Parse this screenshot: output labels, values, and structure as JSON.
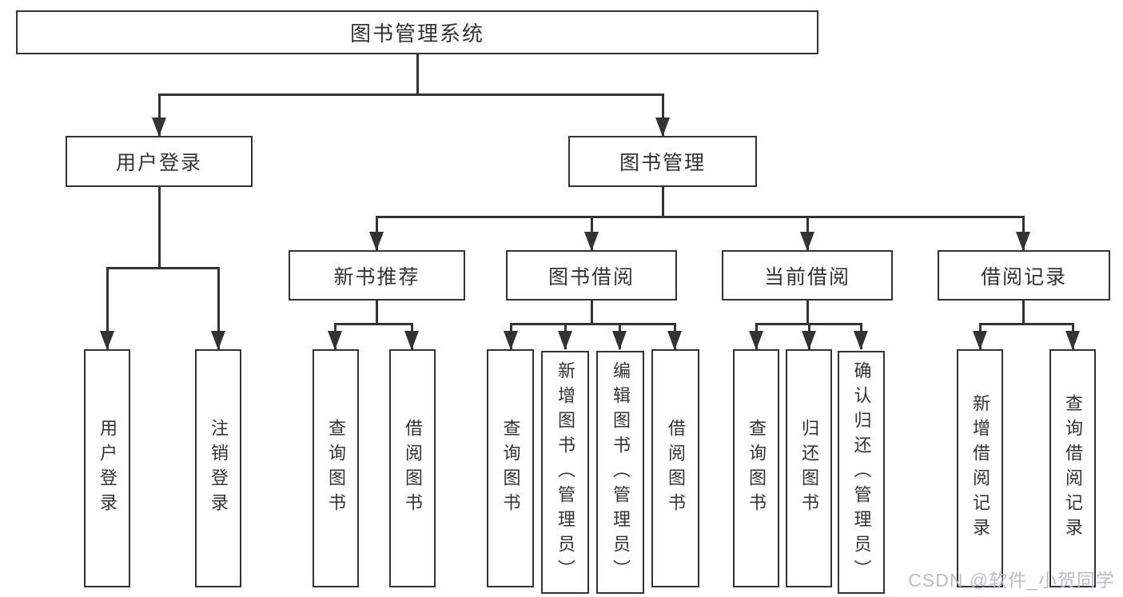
{
  "colors": {
    "line": "#333333",
    "box_border": "#333333",
    "box_fill": "#ffffff",
    "text": "#333333",
    "watermark": "#babdc2"
  },
  "watermark": {
    "text": "CSDN @软件_小贺同学"
  },
  "nodes": {
    "root": {
      "label": "图书管理系统"
    },
    "user_login": {
      "label": "用户登录"
    },
    "book_mgmt": {
      "label": "图书管理"
    },
    "leaf_login": {
      "label": "用户登录"
    },
    "leaf_logout": {
      "label": "注销登录"
    },
    "new_rec": {
      "label": "新书推荐"
    },
    "book_borrow": {
      "label": "图书借阅"
    },
    "cur_borrow": {
      "label": "当前借阅"
    },
    "borrow_log": {
      "label": "借阅记录"
    },
    "rec_query": {
      "label": "查询图书"
    },
    "rec_borrow": {
      "label": "借阅图书"
    },
    "bb_query": {
      "label": "查询图书"
    },
    "bb_add": {
      "label": "新增图书（管理员）"
    },
    "bb_edit": {
      "label": "编辑图书（管理员）"
    },
    "bb_borrow": {
      "label": "借阅图书"
    },
    "cb_query": {
      "label": "查询图书"
    },
    "cb_return": {
      "label": "归还图书"
    },
    "cb_confirm": {
      "label": "确认归还（管理员）"
    },
    "log_add": {
      "label": "新增借阅记录"
    },
    "log_query": {
      "label": "查询借阅记录"
    }
  },
  "edges": [
    [
      "图书管理系统",
      "用户登录"
    ],
    [
      "图书管理系统",
      "图书管理"
    ],
    [
      "用户登录",
      "用户登录"
    ],
    [
      "用户登录",
      "注销登录"
    ],
    [
      "图书管理",
      "新书推荐"
    ],
    [
      "图书管理",
      "图书借阅"
    ],
    [
      "图书管理",
      "当前借阅"
    ],
    [
      "图书管理",
      "借阅记录"
    ],
    [
      "新书推荐",
      "查询图书"
    ],
    [
      "新书推荐",
      "借阅图书"
    ],
    [
      "图书借阅",
      "查询图书"
    ],
    [
      "图书借阅",
      "新增图书（管理员）"
    ],
    [
      "图书借阅",
      "编辑图书（管理员）"
    ],
    [
      "图书借阅",
      "借阅图书"
    ],
    [
      "当前借阅",
      "查询图书"
    ],
    [
      "当前借阅",
      "归还图书"
    ],
    [
      "当前借阅",
      "确认归还（管理员）"
    ],
    [
      "借阅记录",
      "新增借阅记录"
    ],
    [
      "借阅记录",
      "查询借阅记录"
    ]
  ]
}
